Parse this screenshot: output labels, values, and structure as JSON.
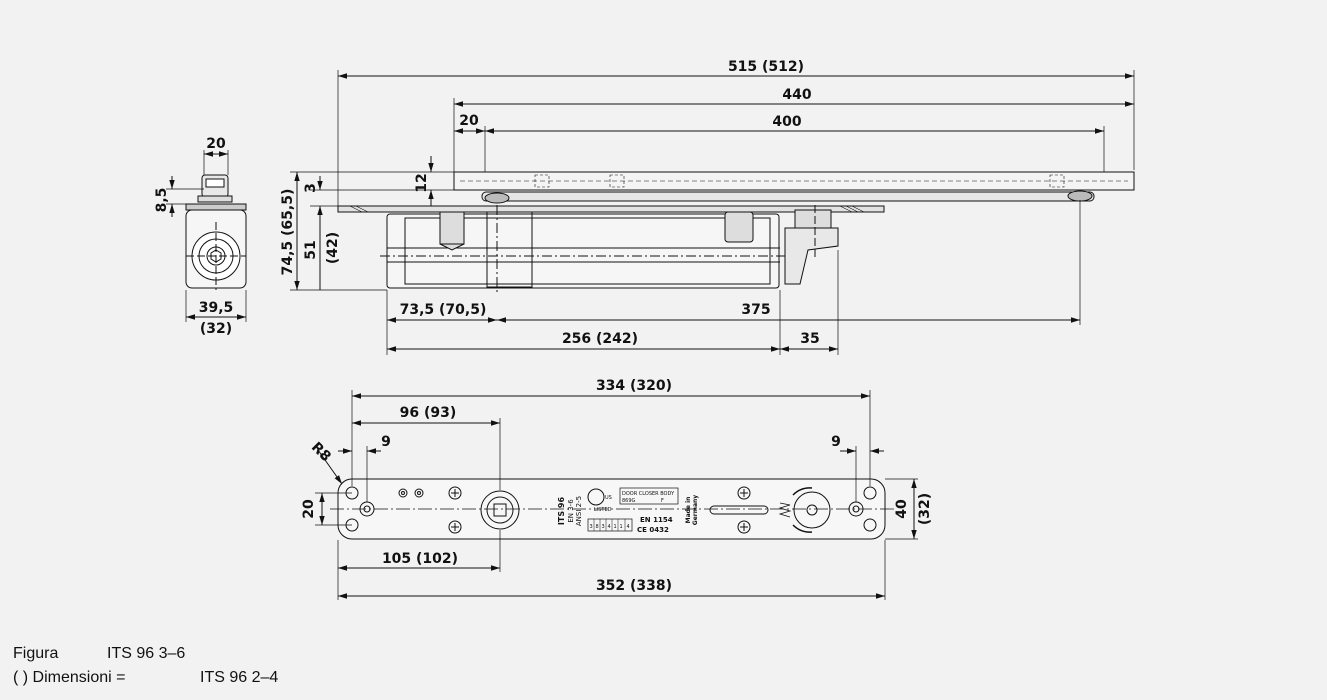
{
  "side_view": {
    "width_top": "20",
    "height_arm": "8,5",
    "width_bottom": "39,5",
    "width_bottom_alt": "(32)"
  },
  "front_view": {
    "overall_length": "515 (512)",
    "rail_length": "440",
    "rail_offset": "20",
    "rail_inner": "400",
    "rail_height": "12",
    "gap_top": "3",
    "total_height": "74,5 (65,5)",
    "body_height": "51",
    "body_height_alt": "(42)",
    "shaft_offset": "73,5 (70,5)",
    "shaft_to_end": "375",
    "body_length": "256 (242)",
    "bracket": "35"
  },
  "plate_view": {
    "holes_spacing": "334 (320)",
    "shaft_pos": "96 (93)",
    "hole_inset_left": "9",
    "hole_inset_right": "9",
    "radius": "R8",
    "height_left": "20",
    "height_right": "40",
    "height_right_alt": "(32)",
    "bottom_offset": "105 (102)",
    "plate_length": "352 (338)",
    "label_model": "ITS 96",
    "label_en": "EN 3-6",
    "label_ansi": "ANSI 2-5",
    "label_ul_us": "US",
    "label_ul_listed": "LISTED",
    "label_body": "DOOR CLOSER BODY",
    "label_code": "869G",
    "label_f": "F",
    "label_cert_digits": [
      "3",
      "8",
      "3",
      "4",
      "1",
      "1",
      "4"
    ],
    "label_en1154": "EN 1154",
    "label_ce": "CE 0432",
    "label_made_in": "Made in",
    "label_germany": "Germany"
  },
  "caption": {
    "figure_label": "Figura",
    "figure_value": "ITS 96 3–6",
    "dims_label": "( ) Dimensioni =",
    "dims_value": "ITS 96 2–4"
  }
}
